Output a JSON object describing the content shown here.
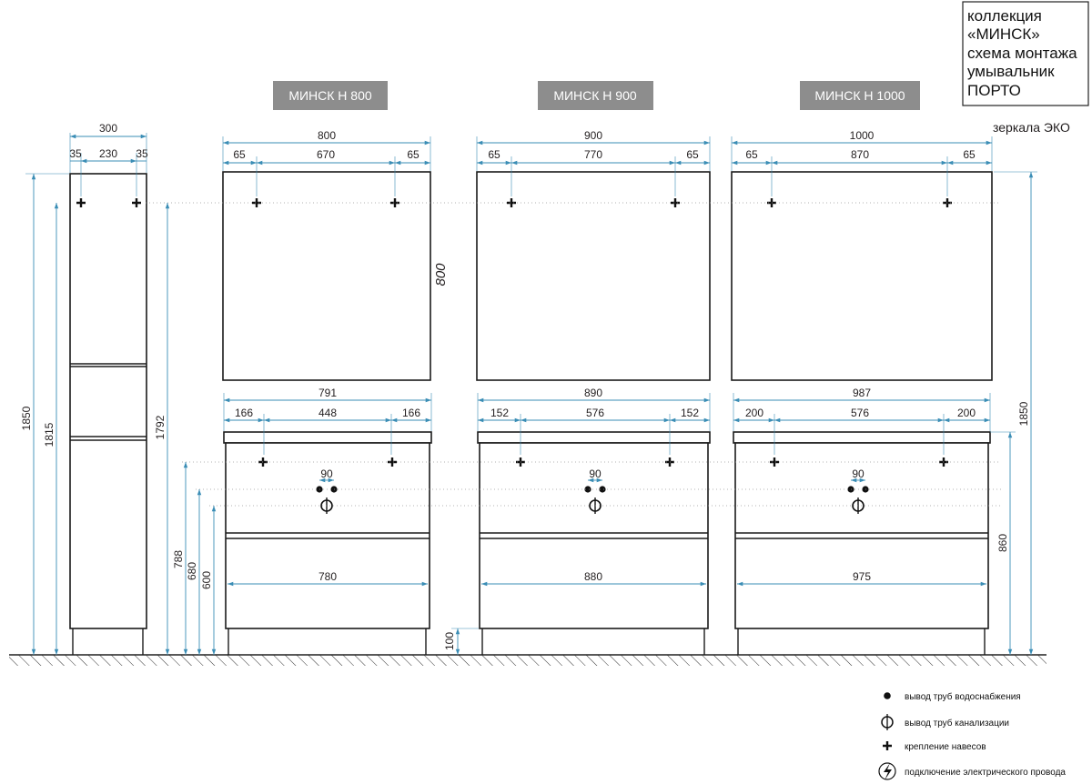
{
  "info_box": {
    "line1": "коллекция",
    "line2": "«МИНСК»",
    "line3": "схема монтажа",
    "line4": "умывальник",
    "line5": "ПОРТО"
  },
  "mirror_note": "зеркала ЭКО",
  "models": [
    {
      "label": "МИНСК Н 800",
      "mirror": {
        "width": "800",
        "left": "65",
        "mid": "670",
        "right": "65"
      },
      "cabinet": {
        "width": "791",
        "left": "166",
        "mid": "448",
        "right": "166",
        "drawer": "780",
        "pipes": "90"
      }
    },
    {
      "label": "МИНСК Н 900",
      "mirror": {
        "width": "900",
        "left": "65",
        "mid": "770",
        "right": "65"
      },
      "cabinet": {
        "width": "890",
        "left": "152",
        "mid": "576",
        "right": "152",
        "drawer": "880",
        "pipes": "90"
      }
    },
    {
      "label": "МИНСК Н 1000",
      "mirror": {
        "width": "1000",
        "left": "65",
        "mid": "870",
        "right": "65"
      },
      "cabinet": {
        "width": "987",
        "left": "200",
        "mid": "576",
        "right": "200",
        "drawer": "975",
        "pipes": "90"
      }
    }
  ],
  "column": {
    "width": "300",
    "left": "35",
    "mid": "230",
    "right": "35"
  },
  "vertical_dims": {
    "h1850_left": "1850",
    "h1815": "1815",
    "h1792": "1792",
    "h788": "788",
    "h680": "680",
    "h600": "600",
    "h100": "100",
    "mirror_height": "800",
    "h860": "860",
    "h1850_right": "1850"
  },
  "legend": [
    {
      "icon": "water-supply-dot-icon",
      "text": "вывод труб водоснабжения"
    },
    {
      "icon": "drain-circle-icon",
      "text": "вывод труб канализации"
    },
    {
      "icon": "mount-cross-icon",
      "text": "крепление навесов"
    },
    {
      "icon": "electric-icon",
      "text": "подключение электрического провода"
    }
  ],
  "colors": {
    "dimension": "#3a8db5",
    "label_bg": "#8d8d8d",
    "outline": "#1b1b1b"
  }
}
